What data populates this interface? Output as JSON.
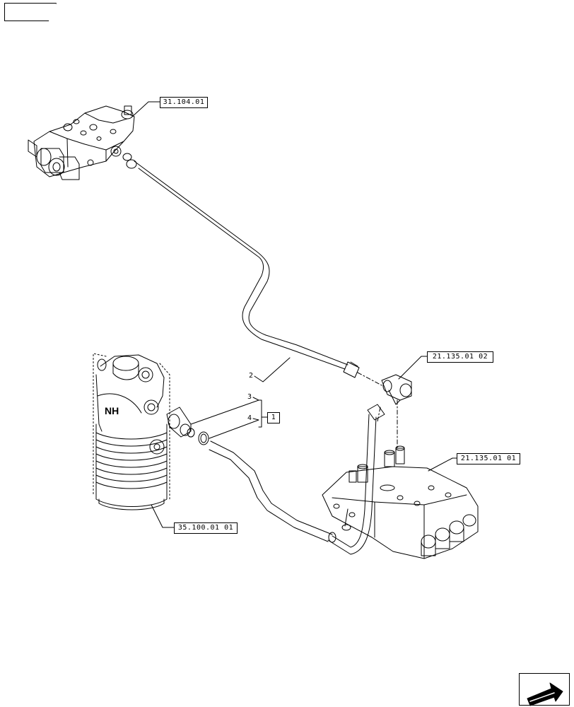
{
  "navigation": {
    "prev_icon": "hand-pointing-right-icon",
    "next_icon": "arrow-forward-page-icon"
  },
  "references": {
    "ref_31_104_01": "31.104.01",
    "ref_21_135_01_02": "21.135.01 02",
    "ref_21_135_01_01": "21.135.01 01",
    "ref_35_100_01_01": "35.100.01 01"
  },
  "callouts": {
    "item_1": "1",
    "item_2": "2",
    "item_3": "3",
    "item_4": "4"
  },
  "colors": {
    "line": "#000000",
    "background": "#ffffff"
  }
}
